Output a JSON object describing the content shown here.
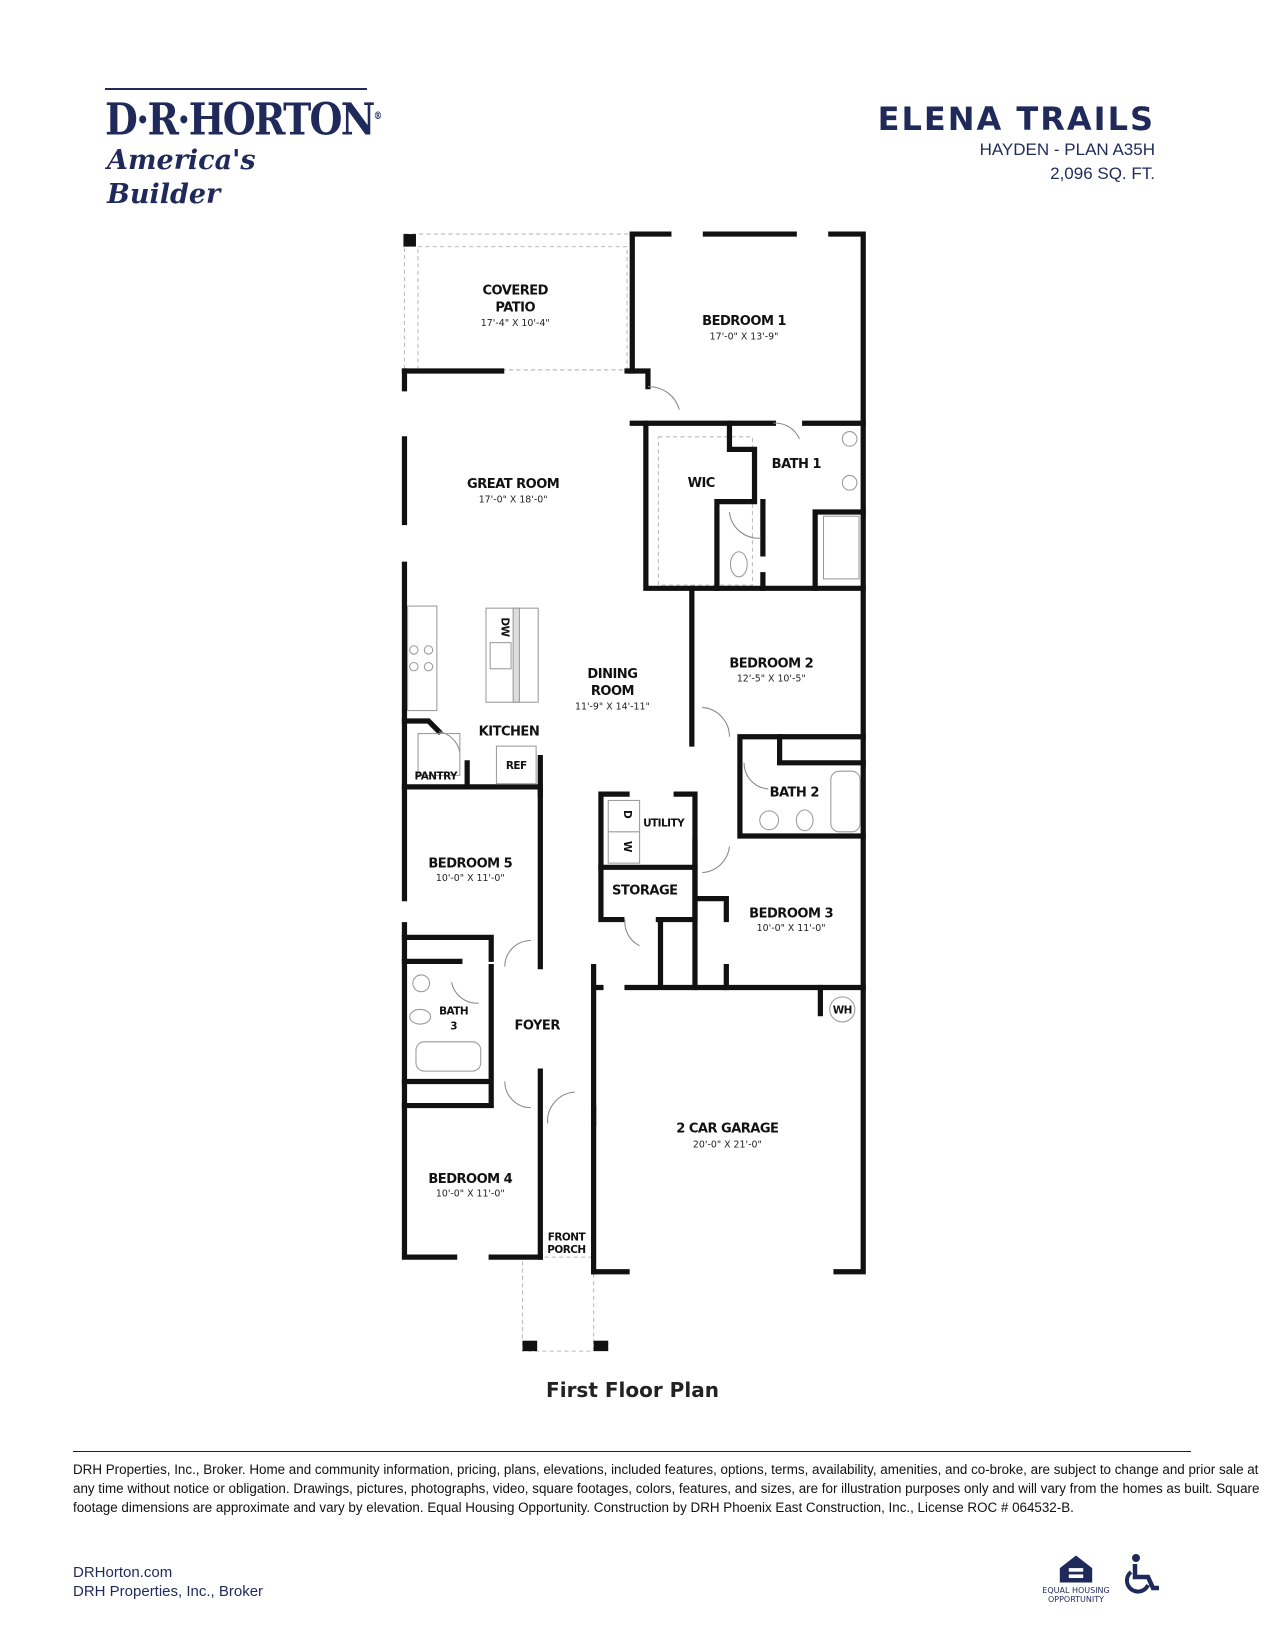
{
  "logo": {
    "brand": "D·R·HORTON",
    "registered": "®",
    "tagline": "America's Builder"
  },
  "header": {
    "community": "ELENA TRAILS",
    "plan": "HAYDEN - PLAN A35H",
    "sqft": "2,096 SQ. FT."
  },
  "rooms": {
    "patio": {
      "name1": "COVERED",
      "name2": "PATIO",
      "dims": "17'-4\" X 10'-4\""
    },
    "bedroom1": {
      "name": "BEDROOM 1",
      "dims": "17'-0\" X 13'-9\""
    },
    "great_room": {
      "name": "GREAT ROOM",
      "dims": "17'-0\" X 18'-0\""
    },
    "wic": {
      "name": "WIC"
    },
    "bath1": {
      "name": "BATH 1"
    },
    "bedroom2": {
      "name": "BEDROOM 2",
      "dims": "12'-5\" X 10'-5\""
    },
    "dining": {
      "name1": "DINING",
      "name2": "ROOM",
      "dims": "11'-9\" X 14'-11\""
    },
    "kitchen": {
      "name": "KITCHEN"
    },
    "pantry": {
      "name": "PANTRY"
    },
    "ref": {
      "name": "REF"
    },
    "dw": {
      "name": "DW"
    },
    "bath2": {
      "name": "BATH 2"
    },
    "utility": {
      "name": "UTILITY",
      "washer": "W",
      "dryer": "D"
    },
    "storage": {
      "name": "STORAGE"
    },
    "bedroom5": {
      "name": "BEDROOM 5",
      "dims": "10'-0\" X 11'-0\""
    },
    "bedroom3": {
      "name": "BEDROOM 3",
      "dims": "10'-0\" X 11'-0\""
    },
    "bath3": {
      "name1": "BATH",
      "name2": "3"
    },
    "foyer": {
      "name": "FOYER"
    },
    "wh": {
      "name": "WH"
    },
    "garage": {
      "name": "2 CAR GARAGE",
      "dims": "20'-0\" X 21'-0\""
    },
    "bedroom4": {
      "name": "BEDROOM 4",
      "dims": "10'-0\" X 11'-0\""
    },
    "porch": {
      "name1": "FRONT",
      "name2": "PORCH"
    }
  },
  "caption": "First Floor Plan",
  "disclaimer": "DRH Properties, Inc., Broker. Home and community information, pricing, plans, elevations, included features, options, terms, availability, amenities, and co-broke, are subject to change and prior sale at any time without notice or obligation. Drawings, pictures, photographs, video, square footages, colors, features, and sizes, are for illustration purposes only and will vary from the homes as built. Square footage dimensions are approximate and vary by elevation. Equal Housing Opportunity. Construction by DRH Phoenix East Construction, Inc., License ROC # 064532-B.",
  "footer": {
    "website": "DRHorton.com",
    "broker": "DRH Properties, Inc., Broker"
  },
  "icons": {
    "equal_housing": "equal-housing-icon",
    "equal_housing_text": "EQUAL HOUSING OPPORTUNITY",
    "accessibility": "wheelchair-icon"
  },
  "colors": {
    "brand": "#1f2a5a"
  }
}
